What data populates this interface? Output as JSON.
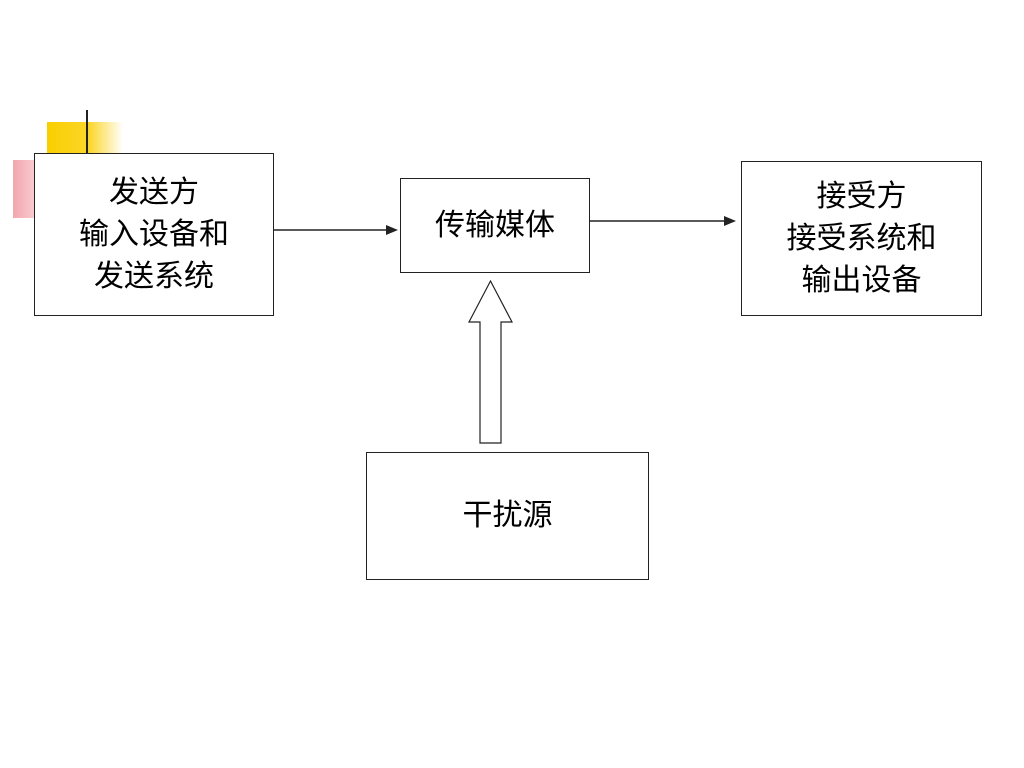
{
  "sender": {
    "lines": [
      "发送方",
      "输入设备和",
      "发送系统"
    ]
  },
  "medium": {
    "lines": [
      "传输媒体"
    ]
  },
  "receiver": {
    "lines": [
      "接受方",
      "接受系统和",
      "输出设备"
    ]
  },
  "noise": {
    "lines": [
      "干扰源"
    ]
  },
  "colors": {
    "deco_yellow": "#f9cf00",
    "deco_red": "#f2a6ad",
    "stroke": "#222222"
  }
}
